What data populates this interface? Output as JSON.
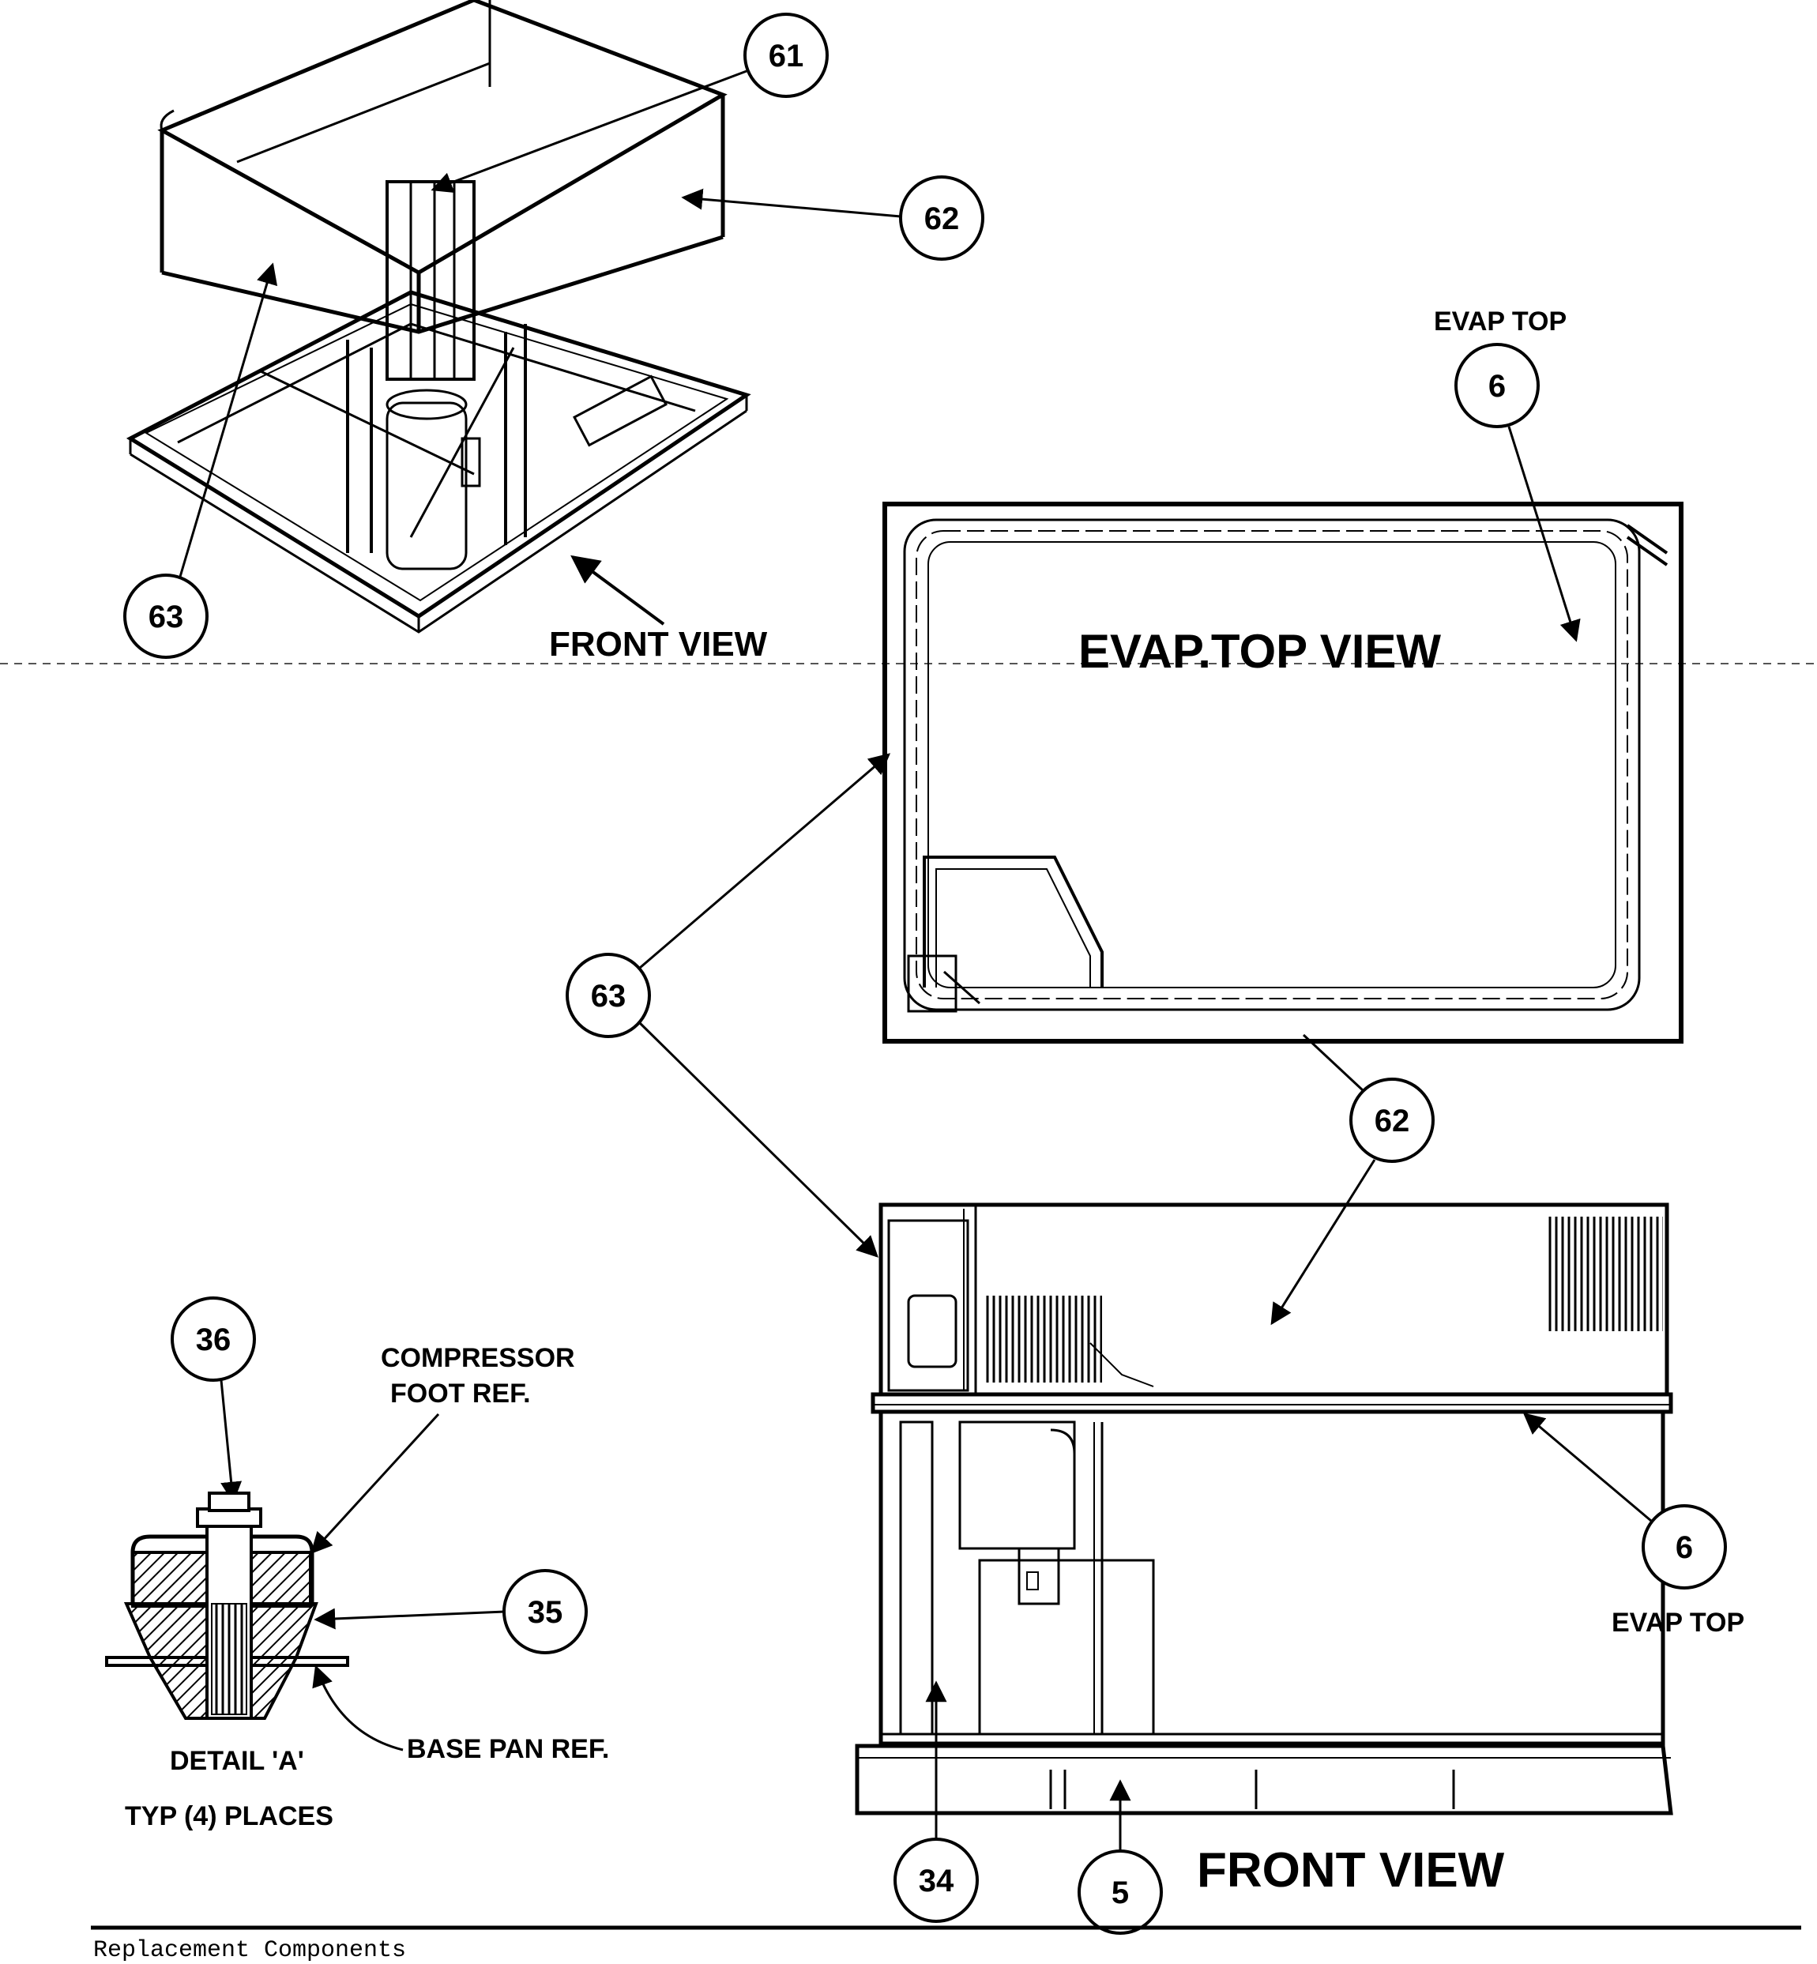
{
  "callouts": {
    "c61": "61",
    "c62_top": "62",
    "c63_top": "63",
    "c6_top": "6",
    "c63_mid": "63",
    "c62_mid": "62",
    "c36": "36",
    "c35": "35",
    "c6_bottom": "6",
    "c34": "34",
    "c5": "5"
  },
  "labels": {
    "front_view_top": "FRONT VIEW",
    "evap_top_upper": "EVAP TOP",
    "evap_top_view": "EVAP.TOP VIEW",
    "compressor_foot_ref_1": "COMPRESSOR",
    "compressor_foot_ref_2": "FOOT REF.",
    "base_pan_ref": "BASE PAN REF.",
    "detail_a": "DETAIL 'A'",
    "typ_places": "TYP (4) PLACES",
    "evap_top_lower": "EVAP TOP",
    "front_view_bottom": "FRONT VIEW"
  },
  "footer": {
    "text": "Replacement Components"
  }
}
